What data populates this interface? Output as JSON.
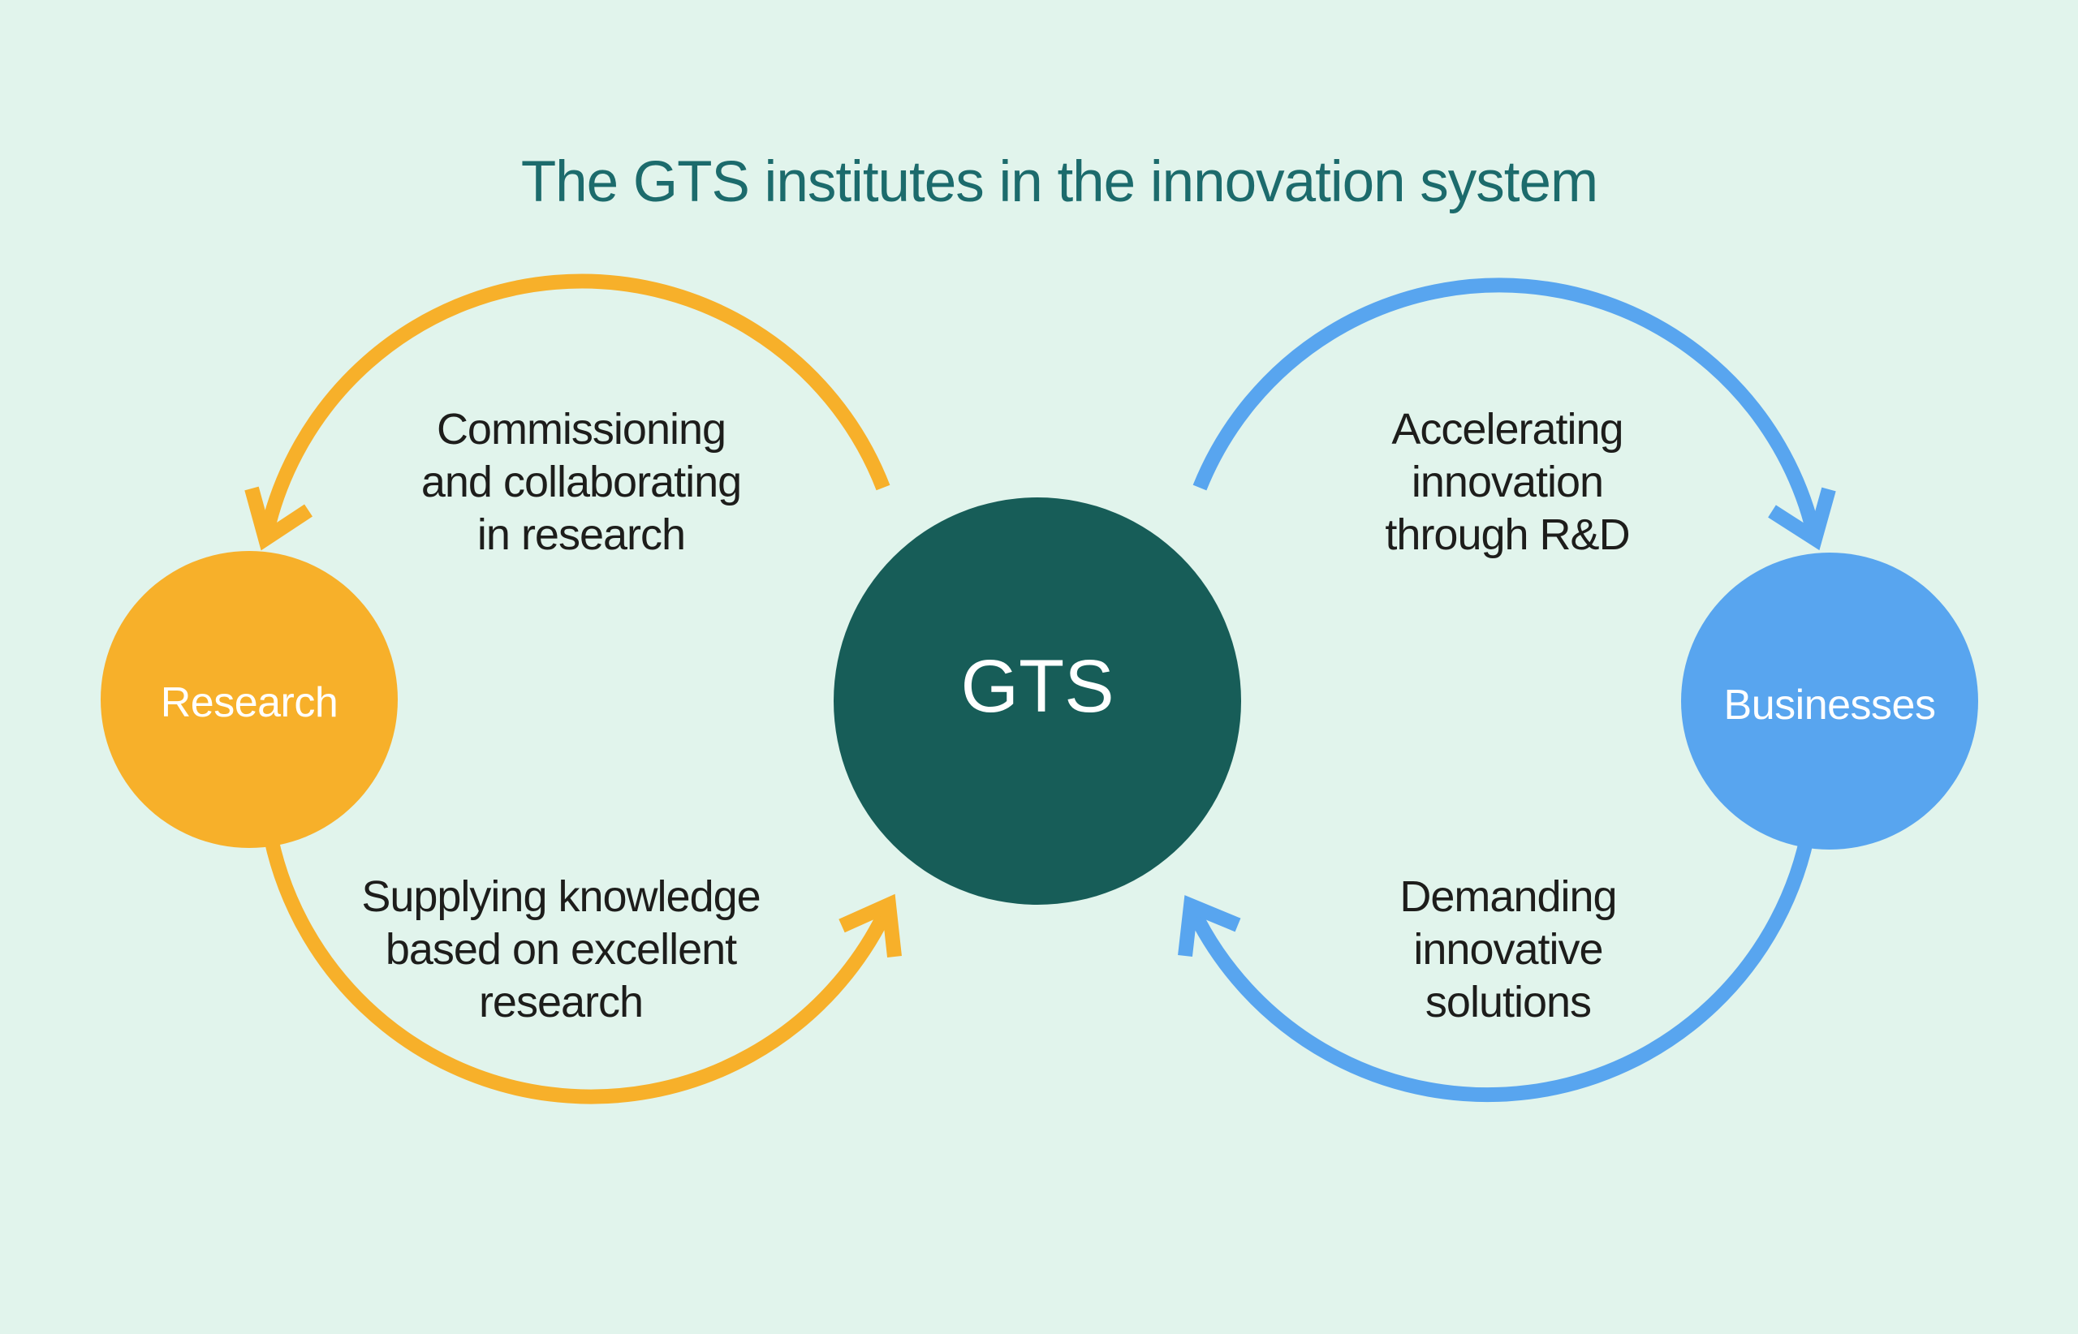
{
  "title": "The GTS institutes in the innovation system",
  "colors": {
    "background": "#e1f4ec",
    "title-text": "#1c6b6c",
    "label-text": "#1d1d1b",
    "node-text": "#ffffff",
    "research-fill": "#f7b02a",
    "gts-fill": "#175d58",
    "businesses-fill": "#58a5ef",
    "arrow-yellow": "#f7b02a",
    "arrow-blue": "#58a5ef"
  },
  "nodes": {
    "research": {
      "label": "Research"
    },
    "gts": {
      "label": "GTS"
    },
    "businesses": {
      "label": "Businesses"
    }
  },
  "flows": {
    "commissioning": {
      "lines": [
        "Commissioning",
        "and collaborating",
        "in research"
      ],
      "from": "GTS",
      "to": "Research",
      "color": "yellow"
    },
    "supplying": {
      "lines": [
        "Supplying knowledge",
        "based on excellent",
        "research"
      ],
      "from": "Research",
      "to": "GTS",
      "color": "yellow"
    },
    "accelerating": {
      "lines": [
        "Accelerating",
        "innovation",
        "through R&D"
      ],
      "from": "GTS",
      "to": "Businesses",
      "color": "blue"
    },
    "demanding": {
      "lines": [
        "Demanding",
        "innovative",
        "solutions"
      ],
      "from": "Businesses",
      "to": "GTS",
      "color": "blue"
    }
  }
}
